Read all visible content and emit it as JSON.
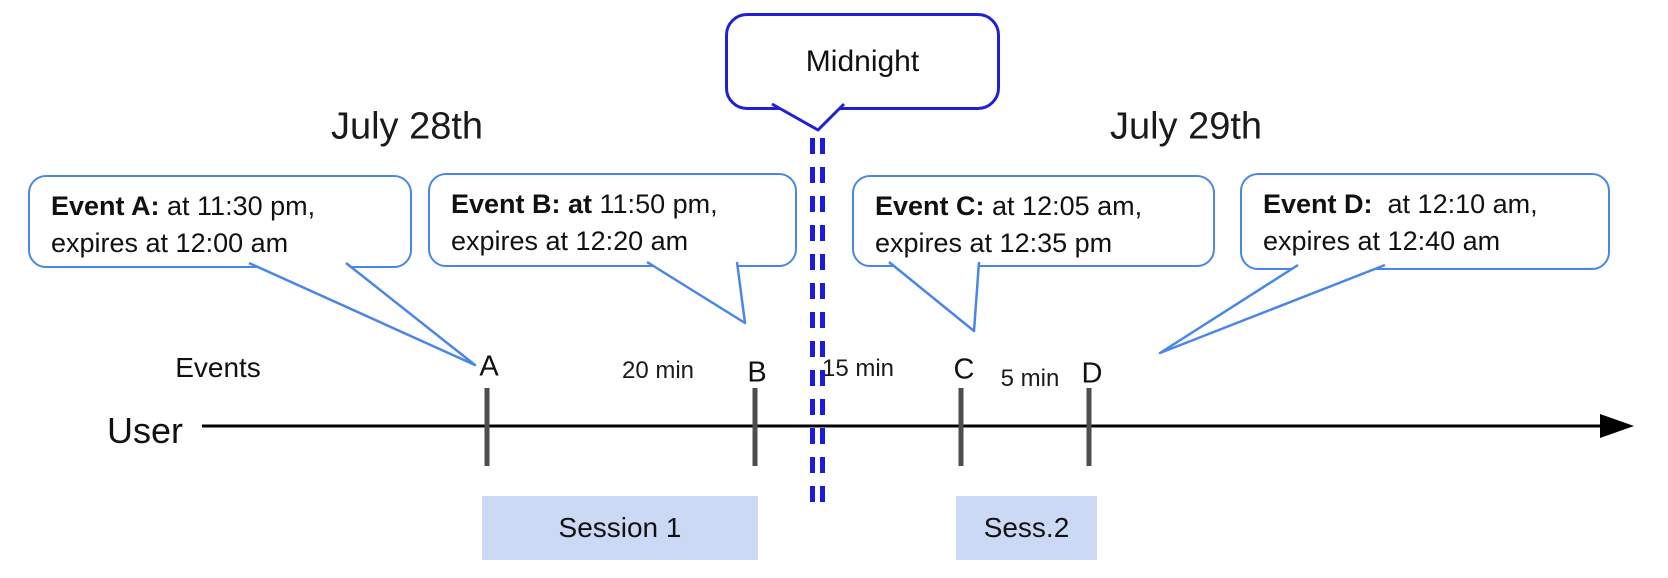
{
  "diagram": {
    "dates": {
      "left": "July 28th",
      "right": "July 29th"
    },
    "midnight": {
      "label": "Midnight"
    },
    "events": [
      {
        "id": "A",
        "bold": "Event A:",
        "line1_rest": " at 11:30 pm,",
        "line2": "expires at 12:00 am"
      },
      {
        "id": "B",
        "bold": "Event B: at",
        "line1_rest": " 11:50 pm,",
        "line2": "expires at 12:20 am"
      },
      {
        "id": "C",
        "bold": "Event C:",
        "line1_rest": " at 12:05 am,",
        "line2": "expires at 12:35 pm"
      },
      {
        "id": "D",
        "bold": "Event D:",
        "line1_rest": "  at 12:10 am,",
        "line2": "expires at 12:40 am"
      }
    ],
    "axis": {
      "user_label": "User",
      "events_label": "Events"
    },
    "ticks": [
      "A",
      "B",
      "C",
      "D"
    ],
    "intervals": [
      "20 min",
      "15 min",
      "5 min"
    ],
    "sessions": [
      "Session 1",
      "Sess.2"
    ],
    "colors": {
      "callout_border": "#4a86e8",
      "midnight_blue": "#2121d4",
      "dash_blue": "#1b1be0",
      "session_fill": "#ccd9f4",
      "tick_gray": "#4d4d4d"
    }
  }
}
